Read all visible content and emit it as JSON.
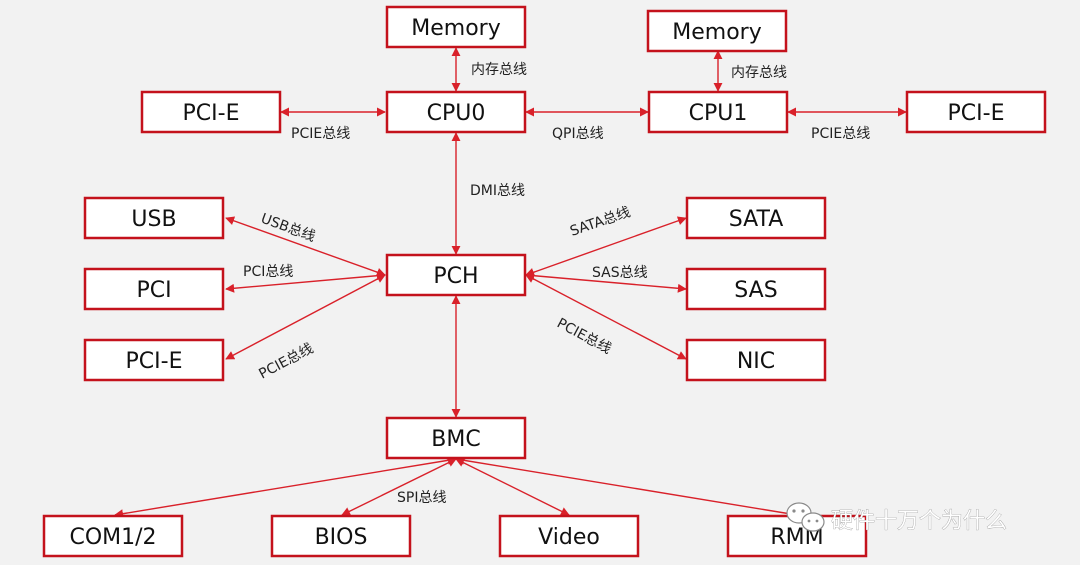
{
  "diagram": {
    "nodes": {
      "mem0": "Memory",
      "mem1": "Memory",
      "pcie_left": "PCI-E",
      "cpu0": "CPU0",
      "cpu1": "CPU1",
      "pcie_right": "PCI-E",
      "usb": "USB",
      "pci": "PCI",
      "pcie_pch": "PCI-E",
      "pch": "PCH",
      "sata": "SATA",
      "sas": "SAS",
      "nic": "NIC",
      "bmc": "BMC",
      "com": "COM1/2",
      "bios": "BIOS",
      "video": "Video",
      "rmm": "RMM"
    },
    "edge_labels": {
      "mem0_cpu0": "内存总线",
      "mem1_cpu1": "内存总线",
      "pcie_cpu0": "PCIE总线",
      "qpi": "QPI总线",
      "pcie_cpu1": "PCIE总线",
      "dmi": "DMI总线",
      "usb": "USB总线",
      "pci": "PCI总线",
      "pcie_pch": "PCIE总线",
      "sata": "SATA总线",
      "sas": "SAS总线",
      "nic": "PCIE总线",
      "spi": "SPI总线"
    }
  },
  "watermark": {
    "text": "硬件十万个为什么",
    "icon": "wechat-icon"
  }
}
